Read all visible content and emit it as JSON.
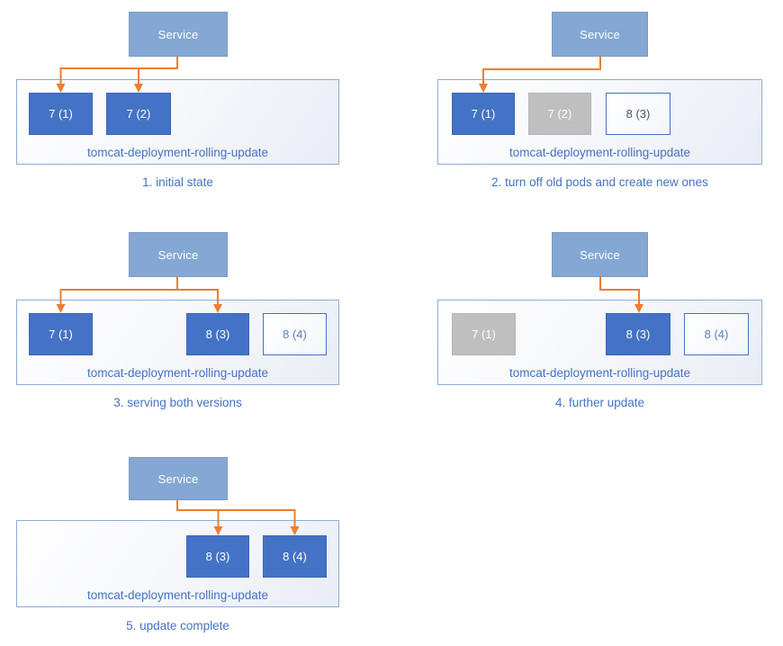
{
  "colors": {
    "service_fill": "#84A7D3",
    "service_border": "#7E99C0",
    "pod_active": "#4472C4",
    "pod_active_border": "#3C66B5",
    "pod_terminated": "#BFBFBF",
    "pod_terminated_border": "#B5B5B5",
    "pod_pending_border": "#4472C4",
    "container_border": "#8FAADC",
    "label_blue": "#4472C4",
    "arrow": "#ED7D31"
  },
  "figures": [
    {
      "caption": "1. initial state",
      "service_label": "Service",
      "deployment_label": "tomcat-deployment-rolling-update",
      "pods": [
        {
          "label": "7 (1)",
          "state": "active"
        },
        {
          "label": "7 (2)",
          "state": "active"
        }
      ]
    },
    {
      "caption": "2. turn off old pods and create new ones",
      "service_label": "Service",
      "deployment_label": "tomcat-deployment-rolling-update",
      "pods": [
        {
          "label": "7 (1)",
          "state": "active"
        },
        {
          "label": "7 (2)",
          "state": "terminated"
        },
        {
          "label": "8 (3)",
          "state": "pending",
          "text_color": "#44546A"
        }
      ]
    },
    {
      "caption": "3. serving both versions",
      "service_label": "Service",
      "deployment_label": "tomcat-deployment-rolling-update",
      "pods": [
        {
          "label": "7 (1)",
          "state": "active"
        },
        {
          "label": "8 (3)",
          "state": "active"
        },
        {
          "label": "8 (4)",
          "state": "pending",
          "text_color": "#5D7FBF"
        }
      ]
    },
    {
      "caption": "4. further update",
      "service_label": "Service",
      "deployment_label": "tomcat-deployment-rolling-update",
      "pods": [
        {
          "label": "7 (1)",
          "state": "terminated"
        },
        {
          "label": "8 (3)",
          "state": "active"
        },
        {
          "label": "8 (4)",
          "state": "pending",
          "text_color": "#5D7FBF"
        }
      ]
    },
    {
      "caption": "5. update complete",
      "service_label": "Service",
      "deployment_label": "tomcat-deployment-rolling-update",
      "pods": [
        {
          "label": "8 (3)",
          "state": "active"
        },
        {
          "label": "8 (4)",
          "state": "active"
        }
      ]
    }
  ]
}
